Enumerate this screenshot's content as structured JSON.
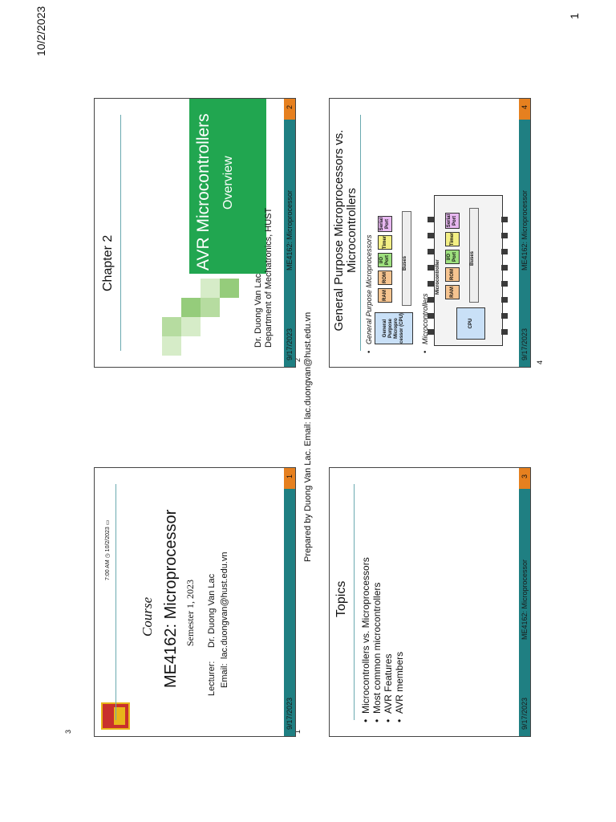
{
  "page": {
    "header_date": "10/2/2023",
    "header_page": "1",
    "footer": "Prepared by Duong Van Lac. Email: lac.duongvan@hust.edu.vn"
  },
  "slides": [
    {
      "number": "1",
      "toolbar": "7:00 AM  ◷ 10/2/2023  ▭",
      "course_label": "Course",
      "title": "ME4162: Microprocessor",
      "semester": "Semester 1, 2023",
      "lecturer_label": "Lecturer:",
      "lecturer": "Dr. Duong Van Lac",
      "email_label": "Email:",
      "email": "lac.duongvan@hust.edu.vn",
      "foot_date": "9/17/2023",
      "foot_page": "1"
    },
    {
      "number": "2",
      "chapter": "Chapter 2",
      "title": "AVR Microcontrollers",
      "subtitle": "Overview",
      "author": "Dr. Duong Van Lac",
      "dept": "Department of Mechatronics, HUST",
      "foot_date": "9/17/2023",
      "foot_course": "ME4162: Microprocessor",
      "foot_page": "2"
    },
    {
      "number": "3",
      "title": "Topics",
      "bullets": [
        "Microcontrollers vs. Microprocessors",
        "Most common microcontrollers",
        "AVR Features",
        "AVR members"
      ],
      "foot_date": "9/17/2023",
      "foot_course": "ME4162: Microprocessor",
      "foot_page": "3"
    },
    {
      "number": "4",
      "title": "General Purpose Microprocessors vs. Microcontrollers",
      "bullet1": "General Purpose Microprocessors",
      "bullet2": "Microcontrollers",
      "cpu_label": "General Purpose Micropro cessor (CPU)",
      "blocks": [
        "RAM",
        "ROM",
        "I/O Port",
        "Timer",
        "Serial Port"
      ],
      "buses": "Buses",
      "mc_label": "Microcontroller",
      "cpu": "CPU",
      "foot_date": "9/17/2023",
      "foot_course": "ME4162: Microprocessor",
      "foot_page": "4"
    }
  ]
}
